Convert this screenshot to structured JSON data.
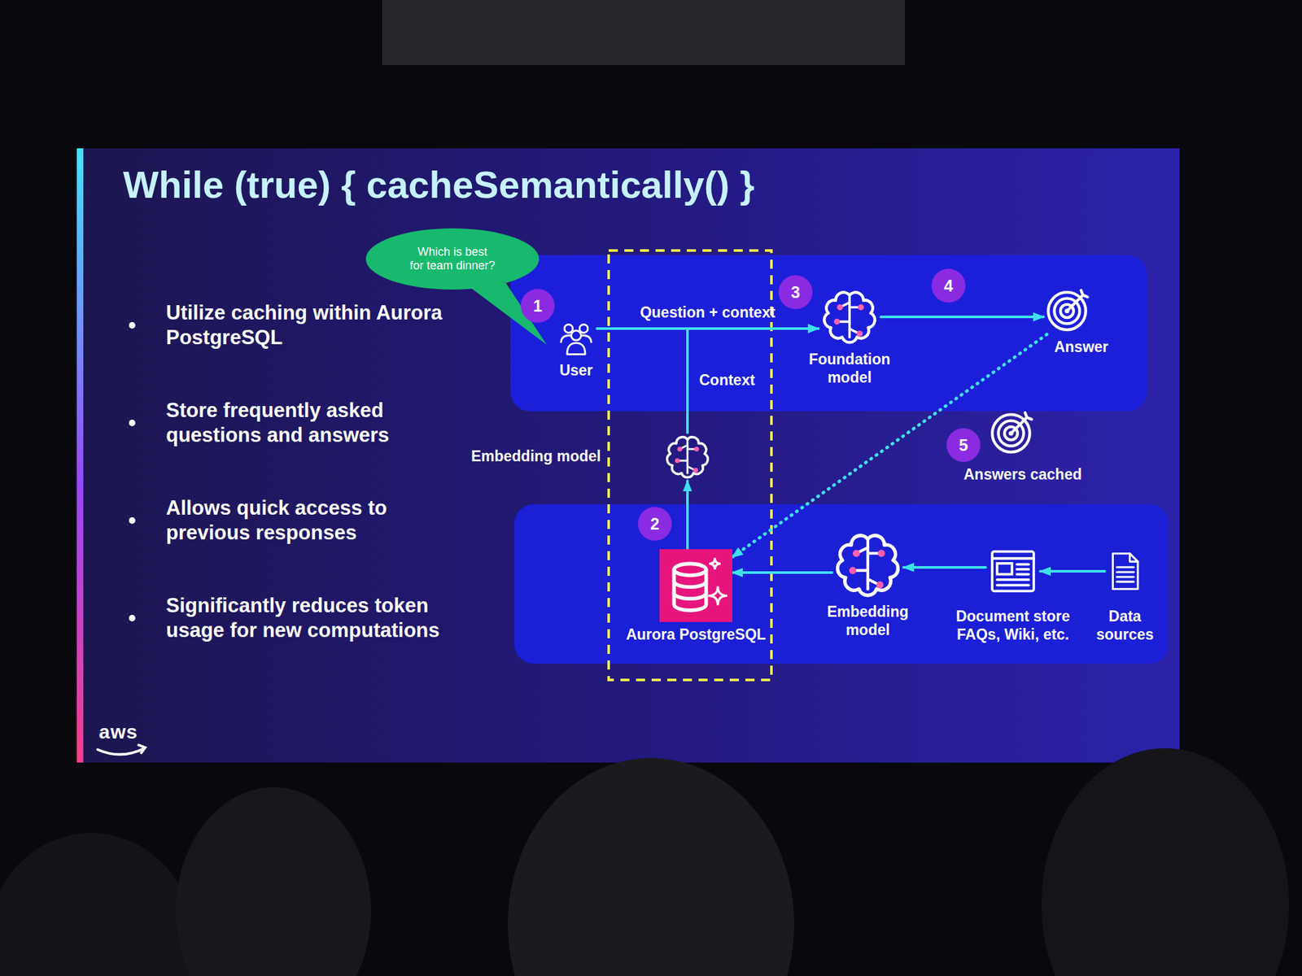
{
  "diagram": {
    "title": "While (true) { cacheSemantically() }",
    "nodes": [
      {
        "text": [
          "Which is best for team dinner?"
        ]
      },
      {
        "text": [
          "User"
        ]
      },
      {
        "text": [
          "Foundation model"
        ]
      },
      {
        "text": [
          "Answer"
        ]
      },
      {
        "text": [
          "Embedding model"
        ]
      },
      {
        "text": [
          "Answers cached"
        ]
      },
      {
        "text": [
          "Aurora PostgreSQL"
        ]
      },
      {
        "text": [
          "Embedding model"
        ]
      },
      {
        "text": [
          "Document store",
          "FAQs, Wiki, etc."
        ]
      },
      {
        "text": [
          "Data sources"
        ]
      }
    ],
    "edges": [
      {
        "from": 1,
        "to": 2,
        "label": "Question + context",
        "arrow": "to"
      },
      {
        "from": 2,
        "to": 3,
        "arrow": "to"
      },
      {
        "from": 3,
        "to": 6,
        "arrow": "to"
      },
      {
        "from": 6,
        "to": 4,
        "arrow": "to"
      },
      {
        "from": 4,
        "to": 2,
        "label": "Context",
        "arrow": "to"
      },
      {
        "from": 9,
        "to": 8,
        "arrow": "to"
      },
      {
        "from": 8,
        "to": 7,
        "arrow": "to"
      },
      {
        "from": 7,
        "to": 6,
        "arrow": "to"
      }
    ],
    "labels": [
      "Utilize caching within Aurora PostgreSQL",
      "Store frequently asked questions and answers",
      "Allows quick access to previous responses",
      "Significantly reduces token usage for new computations",
      "1",
      "2",
      "3",
      "4",
      "5",
      "aws"
    ]
  }
}
